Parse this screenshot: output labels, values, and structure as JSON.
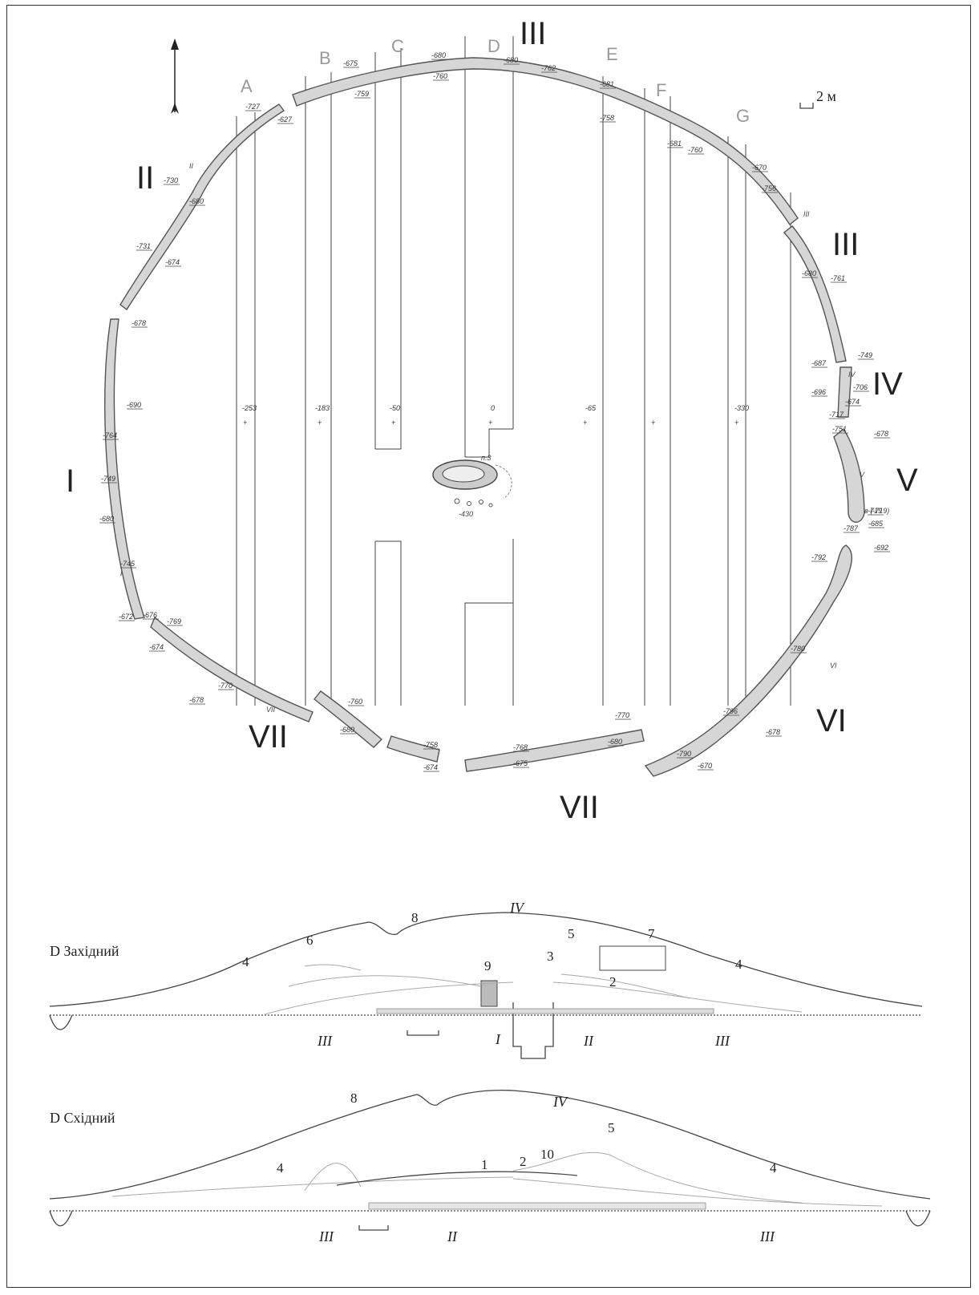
{
  "north_arrow": "north-arrow",
  "scale_bar_top": "2 м",
  "plan": {
    "column_labels": [
      "A",
      "B",
      "C",
      "D",
      "E",
      "F",
      "G"
    ],
    "sector_labels": [
      {
        "id": "I",
        "text": "I"
      },
      {
        "id": "II",
        "text": "II"
      },
      {
        "id": "III_top",
        "text": "III"
      },
      {
        "id": "III_right",
        "text": "III"
      },
      {
        "id": "IV",
        "text": "IV"
      },
      {
        "id": "V",
        "text": "V"
      },
      {
        "id": "VI",
        "text": "VI"
      },
      {
        "id": "VII_left",
        "text": "VII"
      },
      {
        "id": "VII_bottom",
        "text": "VII"
      }
    ],
    "center_marks": [
      "-253",
      "-183",
      "-50",
      "0",
      "-65",
      "-330"
    ],
    "elevations": [
      "-727",
      "-627",
      "-675",
      "-680",
      "-760",
      "-759",
      "-680",
      "-762",
      "-681",
      "-758",
      "-681",
      "-760",
      "-670",
      "-756",
      "-680",
      "-761",
      "-749",
      "-687",
      "-706",
      "-696",
      "-674",
      "-717",
      "-751",
      "-678",
      "-719",
      "-685",
      "-787",
      "-692",
      "-792",
      "-780",
      "-796",
      "-678",
      "-790",
      "-670",
      "-770",
      "-680",
      "-768",
      "-675",
      "-758",
      "-674",
      "-760",
      "-680",
      "-770",
      "-678",
      "-769",
      "-674",
      "-676",
      "-672",
      "-745",
      "-680",
      "-749",
      "-764",
      "-690",
      "-678",
      "-731",
      "-674",
      "-730",
      "-680"
    ],
    "feature_labels": {
      "pit": "п.3",
      "pit_depth": "-430",
      "paren_value": "в (-719)"
    },
    "small_ditch_labels": [
      "I",
      "II",
      "III",
      "IV",
      "V",
      "VI",
      "VII"
    ]
  },
  "sections": [
    {
      "title": "D Західний",
      "numbers": [
        "4",
        "6",
        "8",
        "9",
        "3",
        "5",
        "2",
        "7",
        "4"
      ],
      "romans": [
        "IV",
        "III",
        "I",
        "II",
        "III"
      ]
    },
    {
      "title": "D Східний",
      "numbers": [
        "8",
        "4",
        "1",
        "2",
        "10",
        "5",
        "4"
      ],
      "romans": [
        "IV",
        "III",
        "II",
        "III"
      ]
    }
  ]
}
